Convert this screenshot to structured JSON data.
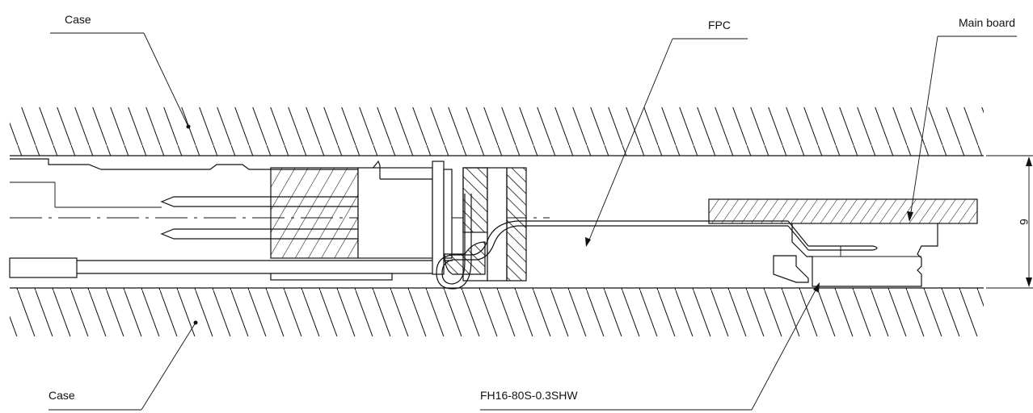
{
  "labels": {
    "case_top": "Case",
    "case_bottom": "Case",
    "fpc": "FPC",
    "main_board": "Main board",
    "connector": "FH16-80S-0.3SHW",
    "dimension": "6"
  }
}
